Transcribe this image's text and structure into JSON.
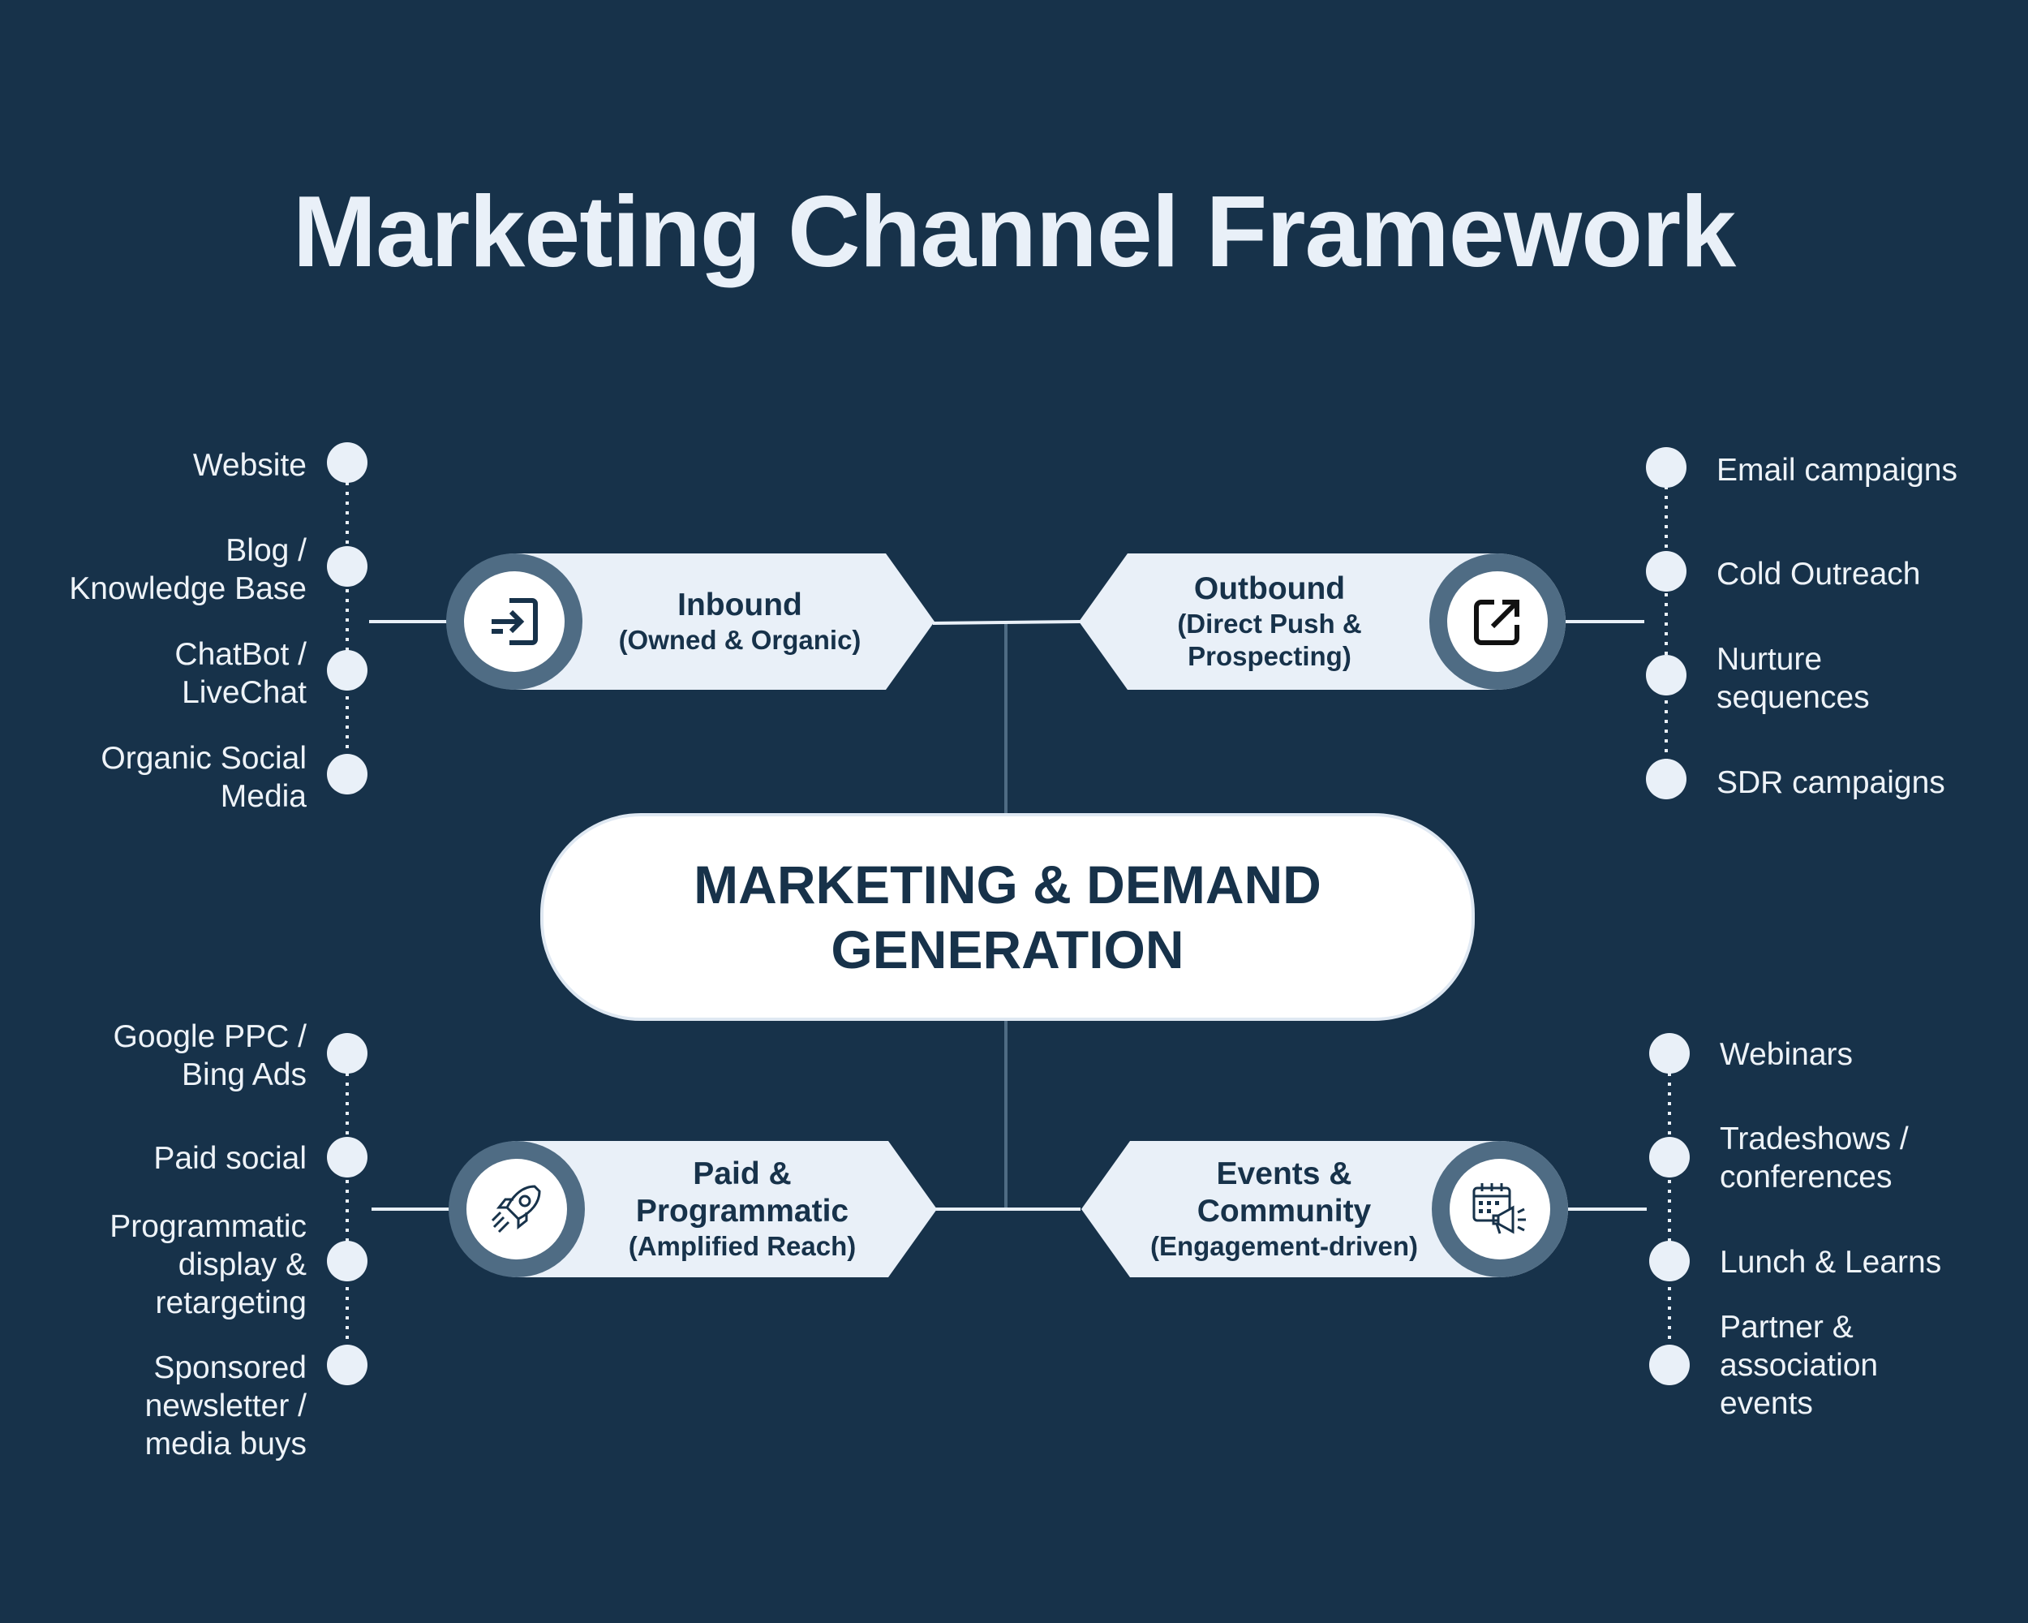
{
  "title": "Marketing Channel Framework",
  "center": {
    "line1": "MARKETING & DEMAND",
    "line2": "GENERATION"
  },
  "channels": {
    "inbound": {
      "title": "Inbound",
      "subtitle": "(Owned & Organic)",
      "icon": "sign-in-icon",
      "items": [
        "Website",
        "Blog /\nKnowledge Base",
        "ChatBot /\nLiveChat",
        "Organic Social\nMedia"
      ]
    },
    "outbound": {
      "title": "Outbound",
      "subtitle": "(Direct Push &\nProspecting)",
      "icon": "external-link-icon",
      "items": [
        "Email campaigns",
        "Cold Outreach",
        "Nurture\nsequences",
        "SDR campaigns"
      ]
    },
    "paid": {
      "title": "Paid &\nProgrammatic",
      "subtitle": "(Amplified Reach)",
      "icon": "rocket-icon",
      "items": [
        "Google PPC /\nBing Ads",
        "Paid social",
        "Programmatic\ndisplay &\nretargeting",
        "Sponsored\nnewsletter /\nmedia buys"
      ]
    },
    "events": {
      "title": "Events &\nCommunity",
      "subtitle": "(Engagement-driven)",
      "icon": "calendar-megaphone-icon",
      "items": [
        "Webinars",
        "Tradeshows /\nconferences",
        "Lunch & Learns",
        "Partner &\nassociation\nevents"
      ]
    }
  },
  "colors": {
    "background": "#17324a",
    "node": "#e9f0f8",
    "badge_ring": "#4f6c84",
    "text_dark": "#17324a"
  }
}
